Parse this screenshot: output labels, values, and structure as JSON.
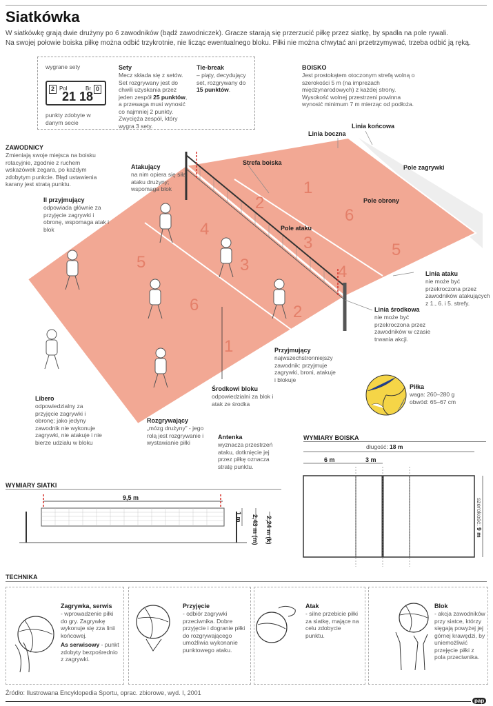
{
  "header": {
    "title": "Siatkówka",
    "intro_1": "W siatkówkę grają dwie drużyny po 6 zawodników (bądź zawodniczek). Gracze starają się przerzucić piłkę przez siatkę, by spadła na pole rywali.",
    "intro_2": "Na swojej połowie boiska piłkę można odbić trzykrotnie, nie licząc ewentualnego bloku. Piłki nie można chwytać ani przetrzymywać, trzeba odbić ją ręką."
  },
  "scoreboard": {
    "label_sets": "wygrane sety",
    "label_points": "punkty zdobyte w danym secie",
    "team_left_sets": "2",
    "team_left_abbr": "Pol",
    "team_left_points": "21",
    "team_right_sets": "0",
    "team_right_abbr": "Br",
    "team_right_points": "18"
  },
  "sets": {
    "title": "Sety",
    "text_1": "Mecz składa się z setów. Set rozgrywany jest do chwili uzyskania przez jeden zespół",
    "text_bold": "25 punktów",
    "text_2": ", a przewaga musi wynosić co najmniej 2 punkty. Zwycięża zespół, który wygra 3 sety."
  },
  "tiebreak": {
    "title": "Tie-break",
    "text_1": "– piąty, decydujący set, rozgrywany do",
    "text_bold": "15 punktów",
    "text_2": "."
  },
  "boisko": {
    "title": "BOISKO",
    "text": "Jest prostokątem otoczonym strefą wolną o szerokości 5 m (na imprezach międzynarodowych) z każdej strony. Wysokość wolnej przestrzeni powinna wynosić minimum 7 m mierząc od podłoża."
  },
  "court_labels": {
    "linia_koncowa": "Linia końcowa",
    "linia_boczna": "Linia boczna",
    "strefa_boiska": "Strefa boiska",
    "pole_zagrywki": "Pole zagrywki",
    "pole_obrony": "Pole obrony",
    "pole_ataku": "Pole ataku",
    "linia_ataku_title": "Linia ataku",
    "linia_ataku_text": "nie może być przekroczona przez zawodników atakujących z 1., 6. i 5. strefy.",
    "linia_srodkowa_title": "Linia środkowa",
    "linia_srodkowa_text": "nie może być przekroczona przez zawodników w czasie trwania akcji.",
    "zones_right": [
      "1",
      "2",
      "6",
      "3",
      "5",
      "4"
    ],
    "zones_left": [
      "4",
      "5",
      "3",
      "6",
      "2",
      "1"
    ]
  },
  "players": {
    "zawodnicy_title": "ZAWODNICY",
    "zawodnicy_text": "Zmieniają swoje miejsca na boisku rotacyjnie, zgodnie z ruchem wskazówek zegara, po każdym zdobytym punkcie. Błąd ustawienia karany jest stratą punktu.",
    "atakujacy_title": "Atakujący",
    "atakujacy_text": "na nim opiera się siła ataku drużyny; wspomaga blok",
    "przyjmujacy2_title": "II przyjmujący",
    "przyjmujacy2_text": "odpowiada głównie za przyjęcie zagrywki i obronę, wspomaga atak i blok",
    "libero_title": "Libero",
    "libero_text": "odpowiedzialny za przyjęcie zagrywki i obronę; jako jedyny zawodnik nie wykonuje zagrywki, nie atakuje i nie bierze udziału w bloku",
    "rozgrywajacy_title": "Rozgrywający",
    "rozgrywajacy_text": "„mózg drużyny” - jego rolą jest rozgrywanie i wystawianie piłki",
    "srodkowi_title": "Środkowi bloku",
    "srodkowi_text": "odpowiedzialni za blok i atak ze środka",
    "przyjmujacy_title": "Przyjmujący",
    "przyjmujacy_text": "najwszechstronniejszy zawodnik: przyjmuje zagrywki, broni, atakuje i blokuje"
  },
  "ball": {
    "title": "Piłka",
    "weight": "waga: 260–280 g",
    "circumference": "obwód: 65–67 cm"
  },
  "antenna": {
    "title": "Antenka",
    "text": "wyznacza przestrzeń ataku, dotknięcie jej przez piłkę oznacza stratę punktu."
  },
  "net_dims": {
    "title": "WYMIARY SIATKI",
    "width": "9,5 m",
    "height_net": "1 m",
    "height_m": "2,43 m (m)",
    "height_k": "2,24 m (k)"
  },
  "court_dims": {
    "title": "WYMIARY BOISKA",
    "length_label": "długość:",
    "length_value": "18 m",
    "six": "6 m",
    "three": "3 m",
    "width_label": "szerokość:",
    "width_value": "9 m"
  },
  "technique": {
    "title": "TECHNIKA",
    "items": [
      {
        "name": "Zagrywka, serwis",
        "text": "- wprowadzenie piłki do gry. Zagrywkę wykonuje się zza linii końcowej.",
        "name2": "As serwisowy",
        "text2": "- punkt zdobyty bezpośrednio z zagrywki."
      },
      {
        "name": "Przyjęcie",
        "text": "- odbiór zagrywki przeciwnika. Dobre przyjęcie i dogranie piłki do rozgrywającego umożliwia wykonanie punktowego ataku."
      },
      {
        "name": "Atak",
        "text": "- silne przebicie piłki za siatkę, mające na celu zdobycie punktu."
      },
      {
        "name": "Blok",
        "text": "- akcja zawodników przy siatce, którzy sięgają powyżej jej górnej krawędzi, by uniemożliwić przejęcie piłki z pola przeciwnika."
      }
    ]
  },
  "footer": {
    "source": "Źródło: Ilustrowana Encyklopedia Sportu, oprac. zbiorowe, wyd. I, 2001",
    "logo": "pap"
  },
  "colors": {
    "court": "#f2a894",
    "court_light": "#f7c3b5",
    "line": "#ffffff",
    "antenna": "#d6322c"
  }
}
